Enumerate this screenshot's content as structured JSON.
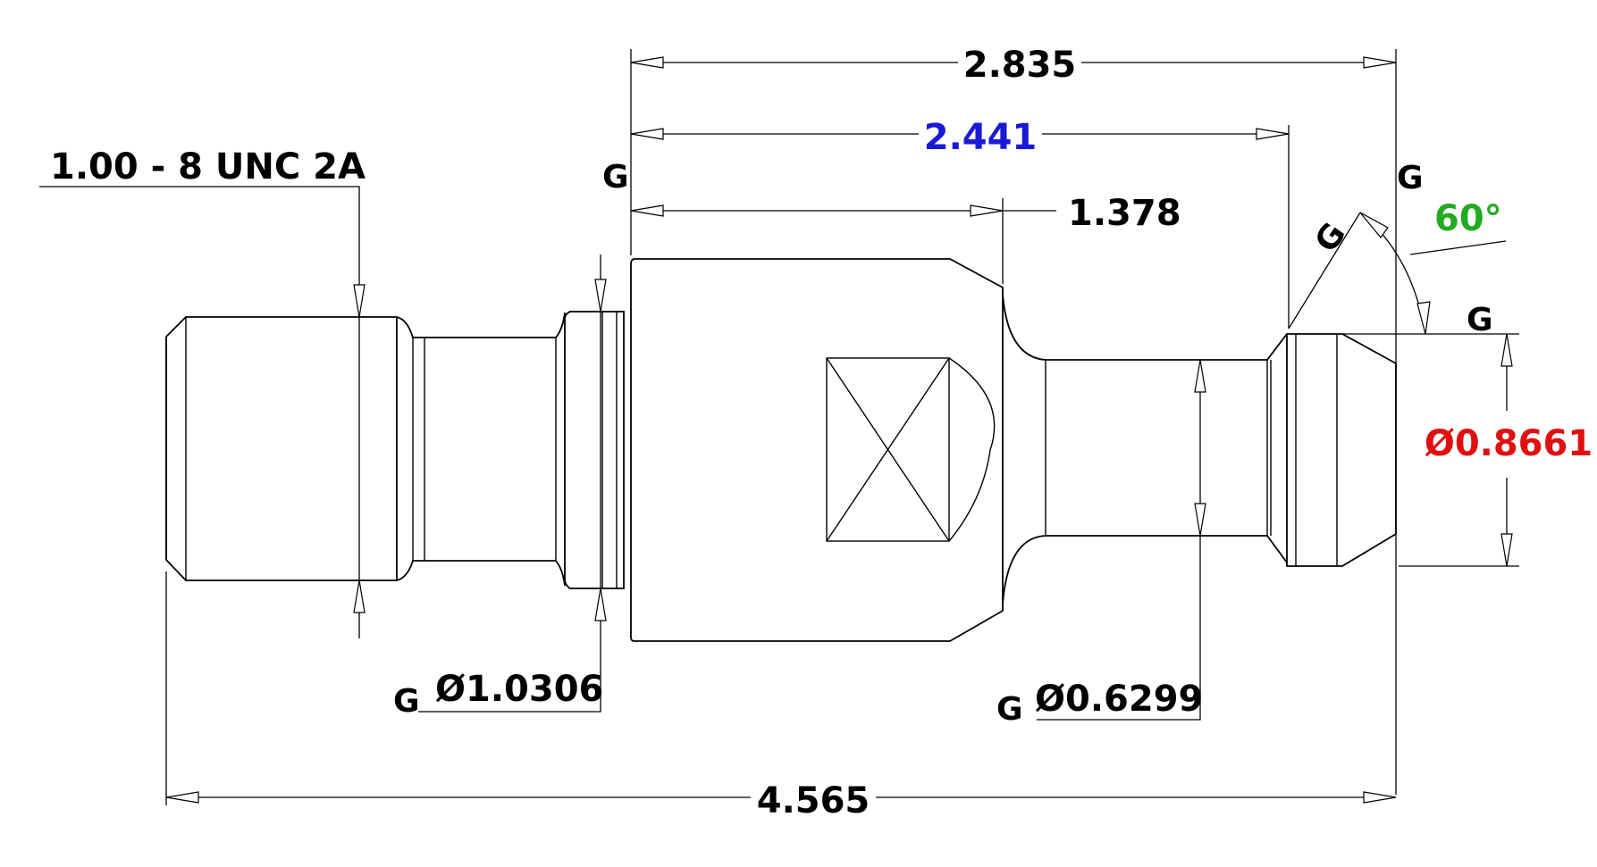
{
  "dimensions": {
    "d_2835": {
      "text": "2.835",
      "color": "#000000"
    },
    "d_2441": {
      "text": "2.441",
      "color": "#1a1ad6"
    },
    "d_1378": {
      "text": "1.378",
      "color": "#000000"
    },
    "d_4565": {
      "text": "4.565",
      "color": "#000000"
    },
    "thread": {
      "text": "1.00 - 8 UNC 2A",
      "color": "#000000"
    },
    "dia_10306": {
      "text": "Ø1.0306",
      "color": "#000000"
    },
    "dia_06299": {
      "text": "Ø0.6299",
      "color": "#000000"
    },
    "dia_08661": {
      "text": "Ø0.8661",
      "color": "#e01010"
    },
    "angle_60": {
      "text": "60°",
      "color": "#22aa22"
    }
  },
  "gauge_marks": {
    "g1": "G",
    "g2": "G",
    "g3": "G",
    "g4": "G",
    "g5": "G",
    "g6": "G"
  }
}
